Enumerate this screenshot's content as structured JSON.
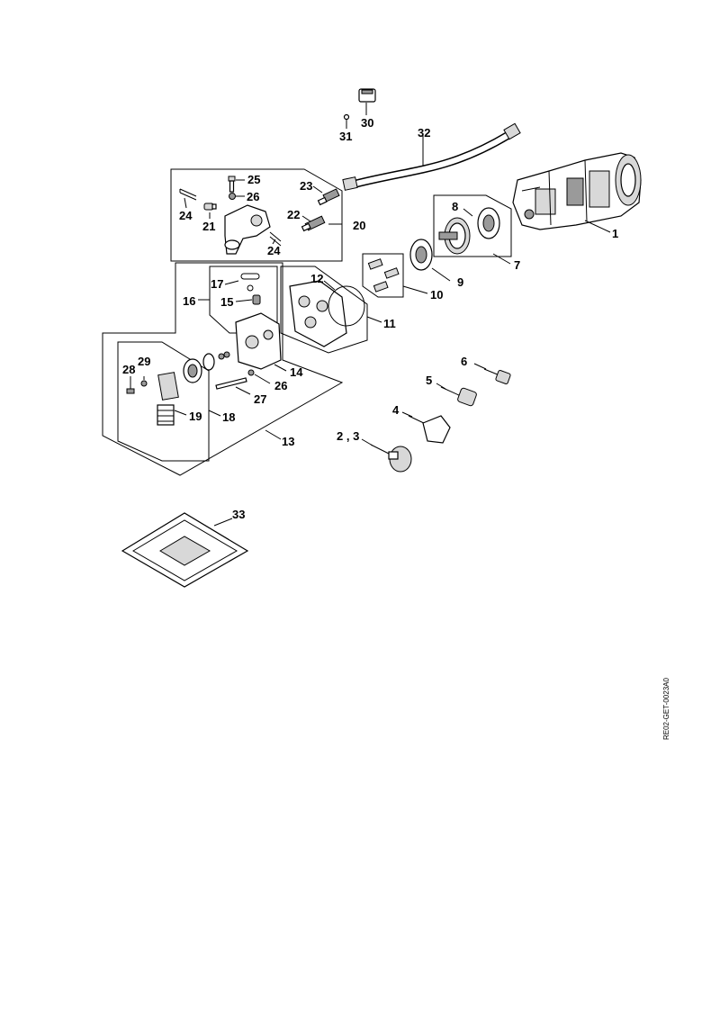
{
  "diagram": {
    "reference_code": "RE02-GET-0023A0",
    "part_numbers": [
      "1",
      "2 , 3",
      "4",
      "5",
      "6",
      "7",
      "8",
      "9",
      "10",
      "11",
      "12",
      "13",
      "14",
      "15",
      "16",
      "17",
      "18",
      "19",
      "20",
      "21",
      "22",
      "23",
      "24",
      "24",
      "25",
      "26",
      "26",
      "27",
      "28",
      "29",
      "30",
      "31",
      "32",
      "33"
    ],
    "parts": {
      "motor_pump_assembly": "motor-pump-assembly",
      "hose": "high-pressure-hose",
      "mains_plugs": [
        "plug-type-2-3",
        "plug-type-4",
        "plug-type-5",
        "plug-type-6"
      ],
      "seal_kit": "seal-kit-bag"
    }
  }
}
